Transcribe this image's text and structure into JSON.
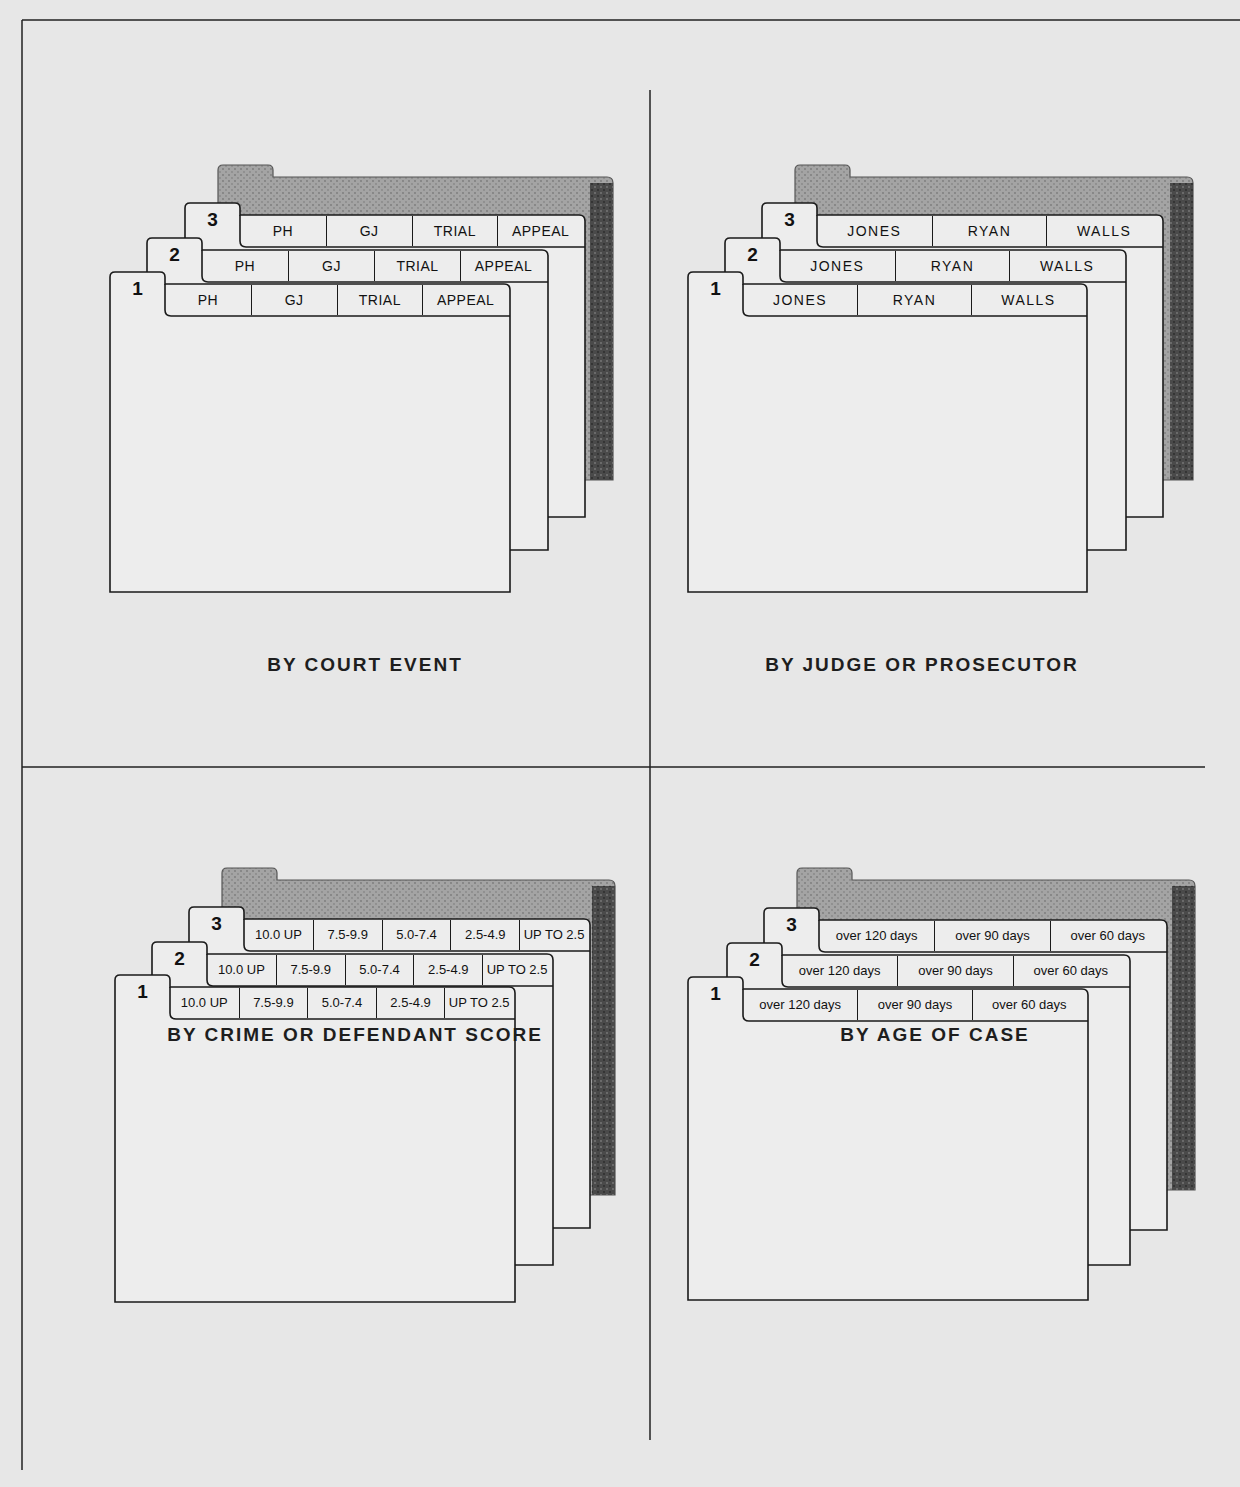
{
  "diagram": {
    "nodes": [
      {
        "text": [
          "3"
        ]
      },
      {
        "text": [
          "PH"
        ],
        "in": 0
      },
      {
        "text": [
          "GJ"
        ],
        "in": 0
      },
      {
        "text": [
          "TRIAL"
        ],
        "in": 0
      },
      {
        "text": [
          "APPEAL"
        ],
        "in": 0
      },
      {
        "text": [
          "2"
        ]
      },
      {
        "text": [
          "PH"
        ],
        "in": 5
      },
      {
        "text": [
          "GJ"
        ],
        "in": 5
      },
      {
        "text": [
          "TRIAL"
        ],
        "in": 5
      },
      {
        "text": [
          "APPEAL"
        ],
        "in": 5
      },
      {
        "text": [
          "1"
        ]
      },
      {
        "text": [
          "PH"
        ],
        "in": 10
      },
      {
        "text": [
          "GJ"
        ],
        "in": 10
      },
      {
        "text": [
          "TRIAL"
        ],
        "in": 10
      },
      {
        "text": [
          "APPEAL"
        ],
        "in": 10
      },
      {
        "text": [
          "3"
        ]
      },
      {
        "text": [
          "JONES"
        ],
        "in": 15
      },
      {
        "text": [
          "RYAN"
        ],
        "in": 15
      },
      {
        "text": [
          "WALLS"
        ],
        "in": 15
      },
      {
        "text": [
          "2"
        ]
      },
      {
        "text": [
          "JONES"
        ],
        "in": 19
      },
      {
        "text": [
          "RYAN"
        ],
        "in": 19
      },
      {
        "text": [
          "WALLS"
        ],
        "in": 19
      },
      {
        "text": [
          "1"
        ]
      },
      {
        "text": [
          "JONES"
        ],
        "in": 23
      },
      {
        "text": [
          "RYAN"
        ],
        "in": 23
      },
      {
        "text": [
          "WALLS"
        ],
        "in": 23
      },
      {
        "text": [
          "3"
        ]
      },
      {
        "text": [
          "10.0 UP"
        ],
        "in": 27
      },
      {
        "text": [
          "7.5-9.9"
        ],
        "in": 27
      },
      {
        "text": [
          "5.0-7.4"
        ],
        "in": 27
      },
      {
        "text": [
          "2.5-4.9"
        ],
        "in": 27
      },
      {
        "text": [
          "UP TO 2.5"
        ],
        "in": 27
      },
      {
        "text": [
          "2"
        ]
      },
      {
        "text": [
          "10.0 UP"
        ],
        "in": 33
      },
      {
        "text": [
          "7.5-9.9"
        ],
        "in": 33
      },
      {
        "text": [
          "5.0-7.4"
        ],
        "in": 33
      },
      {
        "text": [
          "2.5-4.9"
        ],
        "in": 33
      },
      {
        "text": [
          "UP TO 2.5"
        ],
        "in": 33
      },
      {
        "text": [
          "1"
        ]
      },
      {
        "text": [
          "10.0 UP"
        ],
        "in": 39
      },
      {
        "text": [
          "7.5-9.9"
        ],
        "in": 39
      },
      {
        "text": [
          "5.0-7.4"
        ],
        "in": 39
      },
      {
        "text": [
          "2.5-4.9"
        ],
        "in": 39
      },
      {
        "text": [
          "UP TO 2.5"
        ],
        "in": 39
      },
      {
        "text": [
          "3"
        ]
      },
      {
        "text": [
          "over 120 days"
        ],
        "in": 45
      },
      {
        "text": [
          "over 90 days"
        ],
        "in": 45
      },
      {
        "text": [
          "over 60 days"
        ],
        "in": 45
      },
      {
        "text": [
          "2"
        ]
      },
      {
        "text": [
          "over 120 days"
        ],
        "in": 49
      },
      {
        "text": [
          "over 90 days"
        ],
        "in": 49
      },
      {
        "text": [
          "over 60 days"
        ],
        "in": 49
      },
      {
        "text": [
          "1"
        ]
      },
      {
        "text": [
          "over 120 days"
        ],
        "in": 53
      },
      {
        "text": [
          "over 90 days"
        ],
        "in": 53
      },
      {
        "text": [
          "over 60 days"
        ],
        "in": 53
      }
    ],
    "labels": [
      "BY COURT EVENT",
      "BY JUDGE OR PROSECUTOR",
      "BY CRIME OR DEFENDANT SCORE",
      "BY AGE OF CASE"
    ]
  }
}
